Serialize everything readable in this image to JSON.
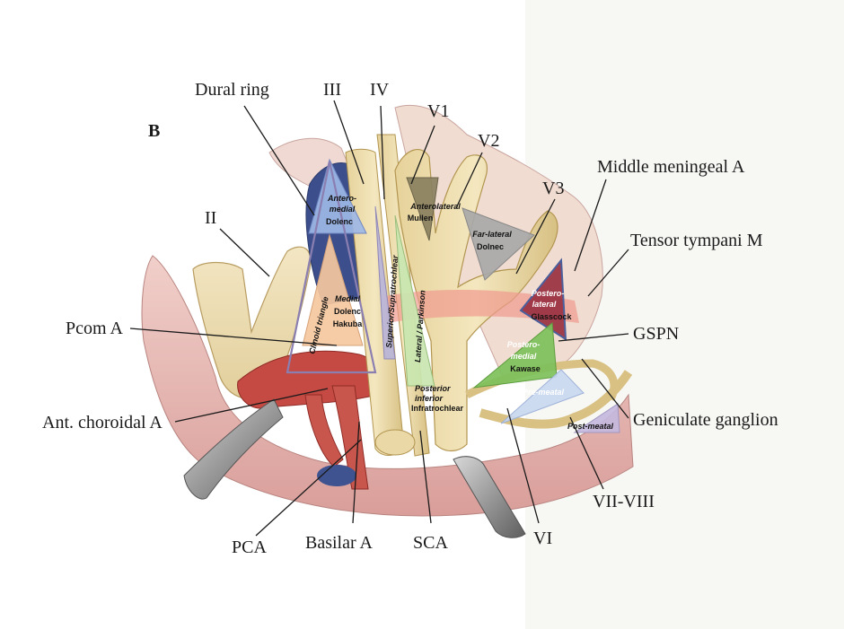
{
  "panel_letter": "B",
  "labels": {
    "dural_ring": "Dural ring",
    "iii": "III",
    "iv": "IV",
    "v1": "V1",
    "v2": "V2",
    "v3": "V3",
    "middle_meningeal": "Middle meningeal A",
    "tensor_tympani": "Tensor tympani M",
    "ii": "II",
    "pcom": "Pcom A",
    "gspn": "GSPN",
    "ant_choroidal": "Ant. choroidal A",
    "geniculate": "Geniculate ganglion",
    "vii_viii": "VII-VIII",
    "pca": "PCA",
    "basilar": "Basilar A",
    "sca": "SCA",
    "vi": "VI"
  },
  "triangles": {
    "anteromedial": {
      "l1": "Antero-",
      "l2": "medial",
      "l3": "Dolenc"
    },
    "anterolateral": {
      "l1": "Anterolateral",
      "l2": "Mullen"
    },
    "far_lateral": {
      "l1": "Far-lateral",
      "l2": "Dolnec"
    },
    "medial": {
      "l1": "Medial",
      "l2": "Dolenc",
      "l3": "Hakuba"
    },
    "clinoid": {
      "l1": "Clinoid triangle"
    },
    "superior": {
      "l1": "Superior/Supratrochlear"
    },
    "lateral": {
      "l1": "Lateral / Parkinson"
    },
    "posterior_inferior": {
      "l1": "Posterior",
      "l2": "inferior",
      "l3": "Infratrochlear"
    },
    "posterolateral": {
      "l1": "Postero-",
      "l2": "lateral",
      "l3": "Glasscock"
    },
    "posteromedial": {
      "l1": "Postero-",
      "l2": "medial",
      "l3": "Kawase"
    },
    "premeatal": {
      "l1": "Pre-meatal"
    },
    "postmeatal": {
      "l1": "Post-meatal"
    }
  },
  "colors": {
    "anteromedial": "#9db7e6",
    "anterolateral": "#8a8060",
    "far_lateral": "#a8a8a8",
    "medial": "#f5c8a0",
    "clinoid_outline": "#8a7fb0",
    "superior": "#b9b4d8",
    "lateral": "#c9e6b0",
    "posterolateral": "#9a3040",
    "posteromedial": "#7dc05a",
    "premeatal": "#c9d8f0",
    "postmeatal": "#c4b9dd"
  }
}
